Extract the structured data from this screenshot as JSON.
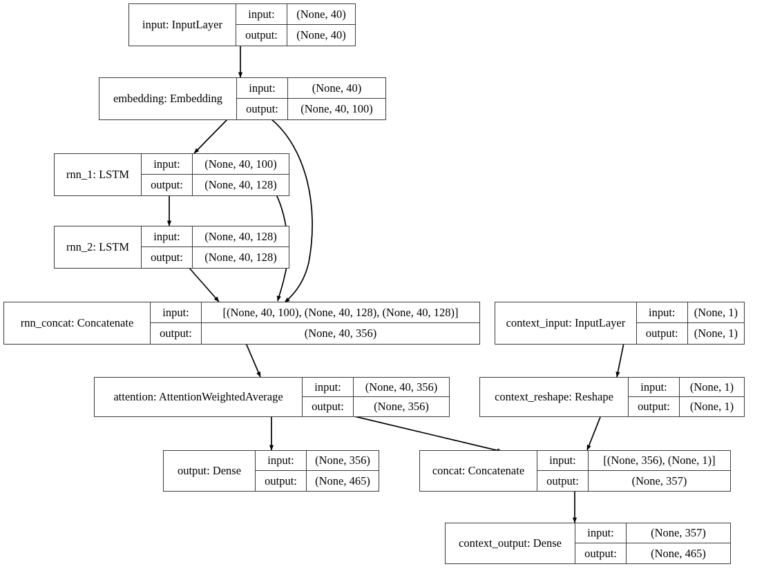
{
  "graph": {
    "title": "Keras model architecture graph",
    "background": "#ffffff",
    "edge_color": "#000000",
    "border_color": "#3a3a3a",
    "io_labels": {
      "input": "input:",
      "output": "output:"
    },
    "nodes": [
      {
        "id": "input",
        "name": "input: InputLayer",
        "input_key": "input:",
        "input_shape": "(None, 40)",
        "output_key": "output:",
        "output_shape": "(None, 40)"
      },
      {
        "id": "embedding",
        "name": "embedding: Embedding",
        "input_key": "input:",
        "input_shape": "(None, 40)",
        "output_key": "output:",
        "output_shape": "(None, 40, 100)"
      },
      {
        "id": "rnn_1",
        "name": "rnn_1: LSTM",
        "input_key": "input:",
        "input_shape": "(None, 40, 100)",
        "output_key": "output:",
        "output_shape": "(None, 40, 128)"
      },
      {
        "id": "rnn_2",
        "name": "rnn_2: LSTM",
        "input_key": "input:",
        "input_shape": "(None, 40, 128)",
        "output_key": "output:",
        "output_shape": "(None, 40, 128)"
      },
      {
        "id": "rnn_concat",
        "name": "rnn_concat: Concatenate",
        "input_key": "input:",
        "input_shape": "[(None, 40, 100), (None, 40, 128), (None, 40, 128)]",
        "output_key": "output:",
        "output_shape": "(None, 40, 356)"
      },
      {
        "id": "context_input",
        "name": "context_input: InputLayer",
        "input_key": "input:",
        "input_shape": "(None, 1)",
        "output_key": "output:",
        "output_shape": "(None, 1)"
      },
      {
        "id": "attention",
        "name": "attention: AttentionWeightedAverage",
        "input_key": "input:",
        "input_shape": "(None, 40, 356)",
        "output_key": "output:",
        "output_shape": "(None, 356)"
      },
      {
        "id": "context_reshape",
        "name": "context_reshape: Reshape",
        "input_key": "input:",
        "input_shape": "(None, 1)",
        "output_key": "output:",
        "output_shape": "(None, 1)"
      },
      {
        "id": "output",
        "name": "output: Dense",
        "input_key": "input:",
        "input_shape": "(None, 356)",
        "output_key": "output:",
        "output_shape": "(None, 465)"
      },
      {
        "id": "concat",
        "name": "concat: Concatenate",
        "input_key": "input:",
        "input_shape": "[(None, 356), (None, 1)]",
        "output_key": "output:",
        "output_shape": "(None, 357)"
      },
      {
        "id": "context_output",
        "name": "context_output: Dense",
        "input_key": "input:",
        "input_shape": "(None, 357)",
        "output_key": "output:",
        "output_shape": "(None, 465)"
      }
    ],
    "edges": [
      {
        "from": "input",
        "to": "embedding"
      },
      {
        "from": "embedding",
        "to": "rnn_1"
      },
      {
        "from": "embedding",
        "to": "rnn_concat"
      },
      {
        "from": "rnn_1",
        "to": "rnn_2"
      },
      {
        "from": "rnn_1",
        "to": "rnn_concat"
      },
      {
        "from": "rnn_2",
        "to": "rnn_concat"
      },
      {
        "from": "rnn_concat",
        "to": "attention"
      },
      {
        "from": "attention",
        "to": "output"
      },
      {
        "from": "attention",
        "to": "concat"
      },
      {
        "from": "context_input",
        "to": "context_reshape"
      },
      {
        "from": "context_reshape",
        "to": "concat"
      },
      {
        "from": "concat",
        "to": "context_output"
      }
    ]
  }
}
